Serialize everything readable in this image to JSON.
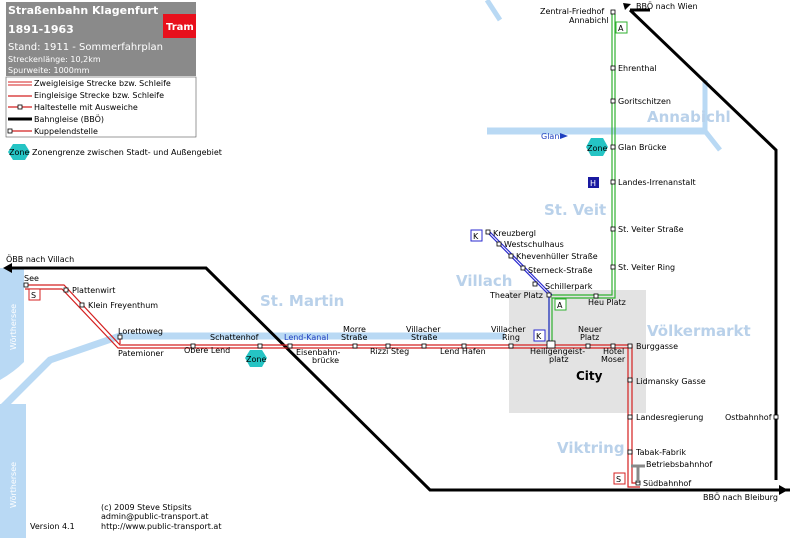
{
  "header": {
    "title": "Straßenbahn Klagenfurt",
    "years": "1891-1963",
    "stand": "Stand: 1911 - Sommerfahrplan",
    "length": "Streckenlänge: 10,2km",
    "gauge": "Spurweite: 1000mm",
    "badge": "Tram",
    "badge_color": "#e8101c",
    "box_color": "#8a8a8a"
  },
  "legend": {
    "items": [
      "Zweigleisige Strecke bzw. Schleife",
      "Eingleisige Strecke bzw. Schleife",
      "Haltestelle mit Ausweiche",
      "Bahngleise (BBÖ)",
      "Kuppelendstelle"
    ],
    "zone_text": "Zonengrenze zwischen Stadt- und Außengebiet",
    "zone_label": "Zone"
  },
  "districts": [
    "Annabichl",
    "St. Veit",
    "Villach",
    "St. Martin",
    "Völkermarkt",
    "Viktring"
  ],
  "city_label": "City",
  "water": {
    "glan": "Glan",
    "lend_kanal": "Lend-Kanal",
    "woerthersee": "Wörthersee"
  },
  "rail": {
    "wien": "BBÖ nach Wien",
    "villach": "ÖBB nach Villach",
    "bleiburg": "BBÖ nach Bleiburg"
  },
  "markers": {
    "A": "A",
    "K": "K",
    "S": "S",
    "H": "H",
    "zone": "Zone"
  },
  "stops": {
    "zentral_friedhof": "Zentral-Friedhof",
    "annabichl": "Annabichl",
    "ehrenthal": "Ehrenthal",
    "goritschitzen": "Goritschitzen",
    "glan_bruecke": "Glan Brücke",
    "landes_irrenanstalt": "Landes-Irrenanstalt",
    "st_veiter_strasse": "St. Veiter Straße",
    "st_veiter_ring": "St. Veiter Ring",
    "heu_platz": "Heu Platz",
    "theater_platz": "Theater Platz",
    "kreuzbergl": "Kreuzbergl",
    "westschulhaus": "Westschulhaus",
    "khevenhueller": "Khevenhüller Straße",
    "sterneck": "Sterneck-Straße",
    "schillerpark": "Schillerpark",
    "see": "See",
    "plattenwirt": "Plattenwirt",
    "klein_freyenthum": "Klein Freyenthum",
    "lorettoweg": "Lorettoweg",
    "pameioner": "Patemioner",
    "obere_lend": "Obere Lend",
    "schattenhof": "Schattenhof",
    "eisenbahn1": "Eisenbahn-",
    "eisenbahn2": "brücke",
    "morre1": "Morre",
    "morre2": "Straße",
    "rizzi_steg": "Rizzi Steg",
    "villacher_strasse1": "Villacher",
    "villacher_strasse2": "Straße",
    "lend_hafen": "Lend Hafen",
    "villacher_ring1": "Villacher",
    "villacher_ring2": "Ring",
    "heiligengeist1": "Heiligengeist-",
    "heiligengeist2": "platz",
    "neuer_platz1": "Neuer",
    "neuer_platz2": "Platz",
    "hotel_moser1": "Hotel",
    "hotel_moser2": "Moser",
    "burggasse": "Burggasse",
    "lidmansky": "Lidmansky Gasse",
    "landesregierung": "Landesregierung",
    "ostbahnhof": "Ostbahnhof",
    "tabak_fabrik": "Tabak-Fabrik",
    "betriebsbahnhof": "Betriebsbahnhof",
    "suedbahnhof": "Südbahnhof"
  },
  "footer": {
    "copyright": "(c) 2009 Steve Stipsits",
    "email": "admin@public-transport.at",
    "url": "http://www.public-transport.at",
    "version": "Version 4.1"
  },
  "colors": {
    "red_line": "#d42020",
    "green_line": "#2fb02f",
    "blue_line": "#2a2acf",
    "rail": "#000000",
    "water": "#b9d9f4",
    "zone": "#25c4c4",
    "city_area": "#e3e3e3"
  }
}
